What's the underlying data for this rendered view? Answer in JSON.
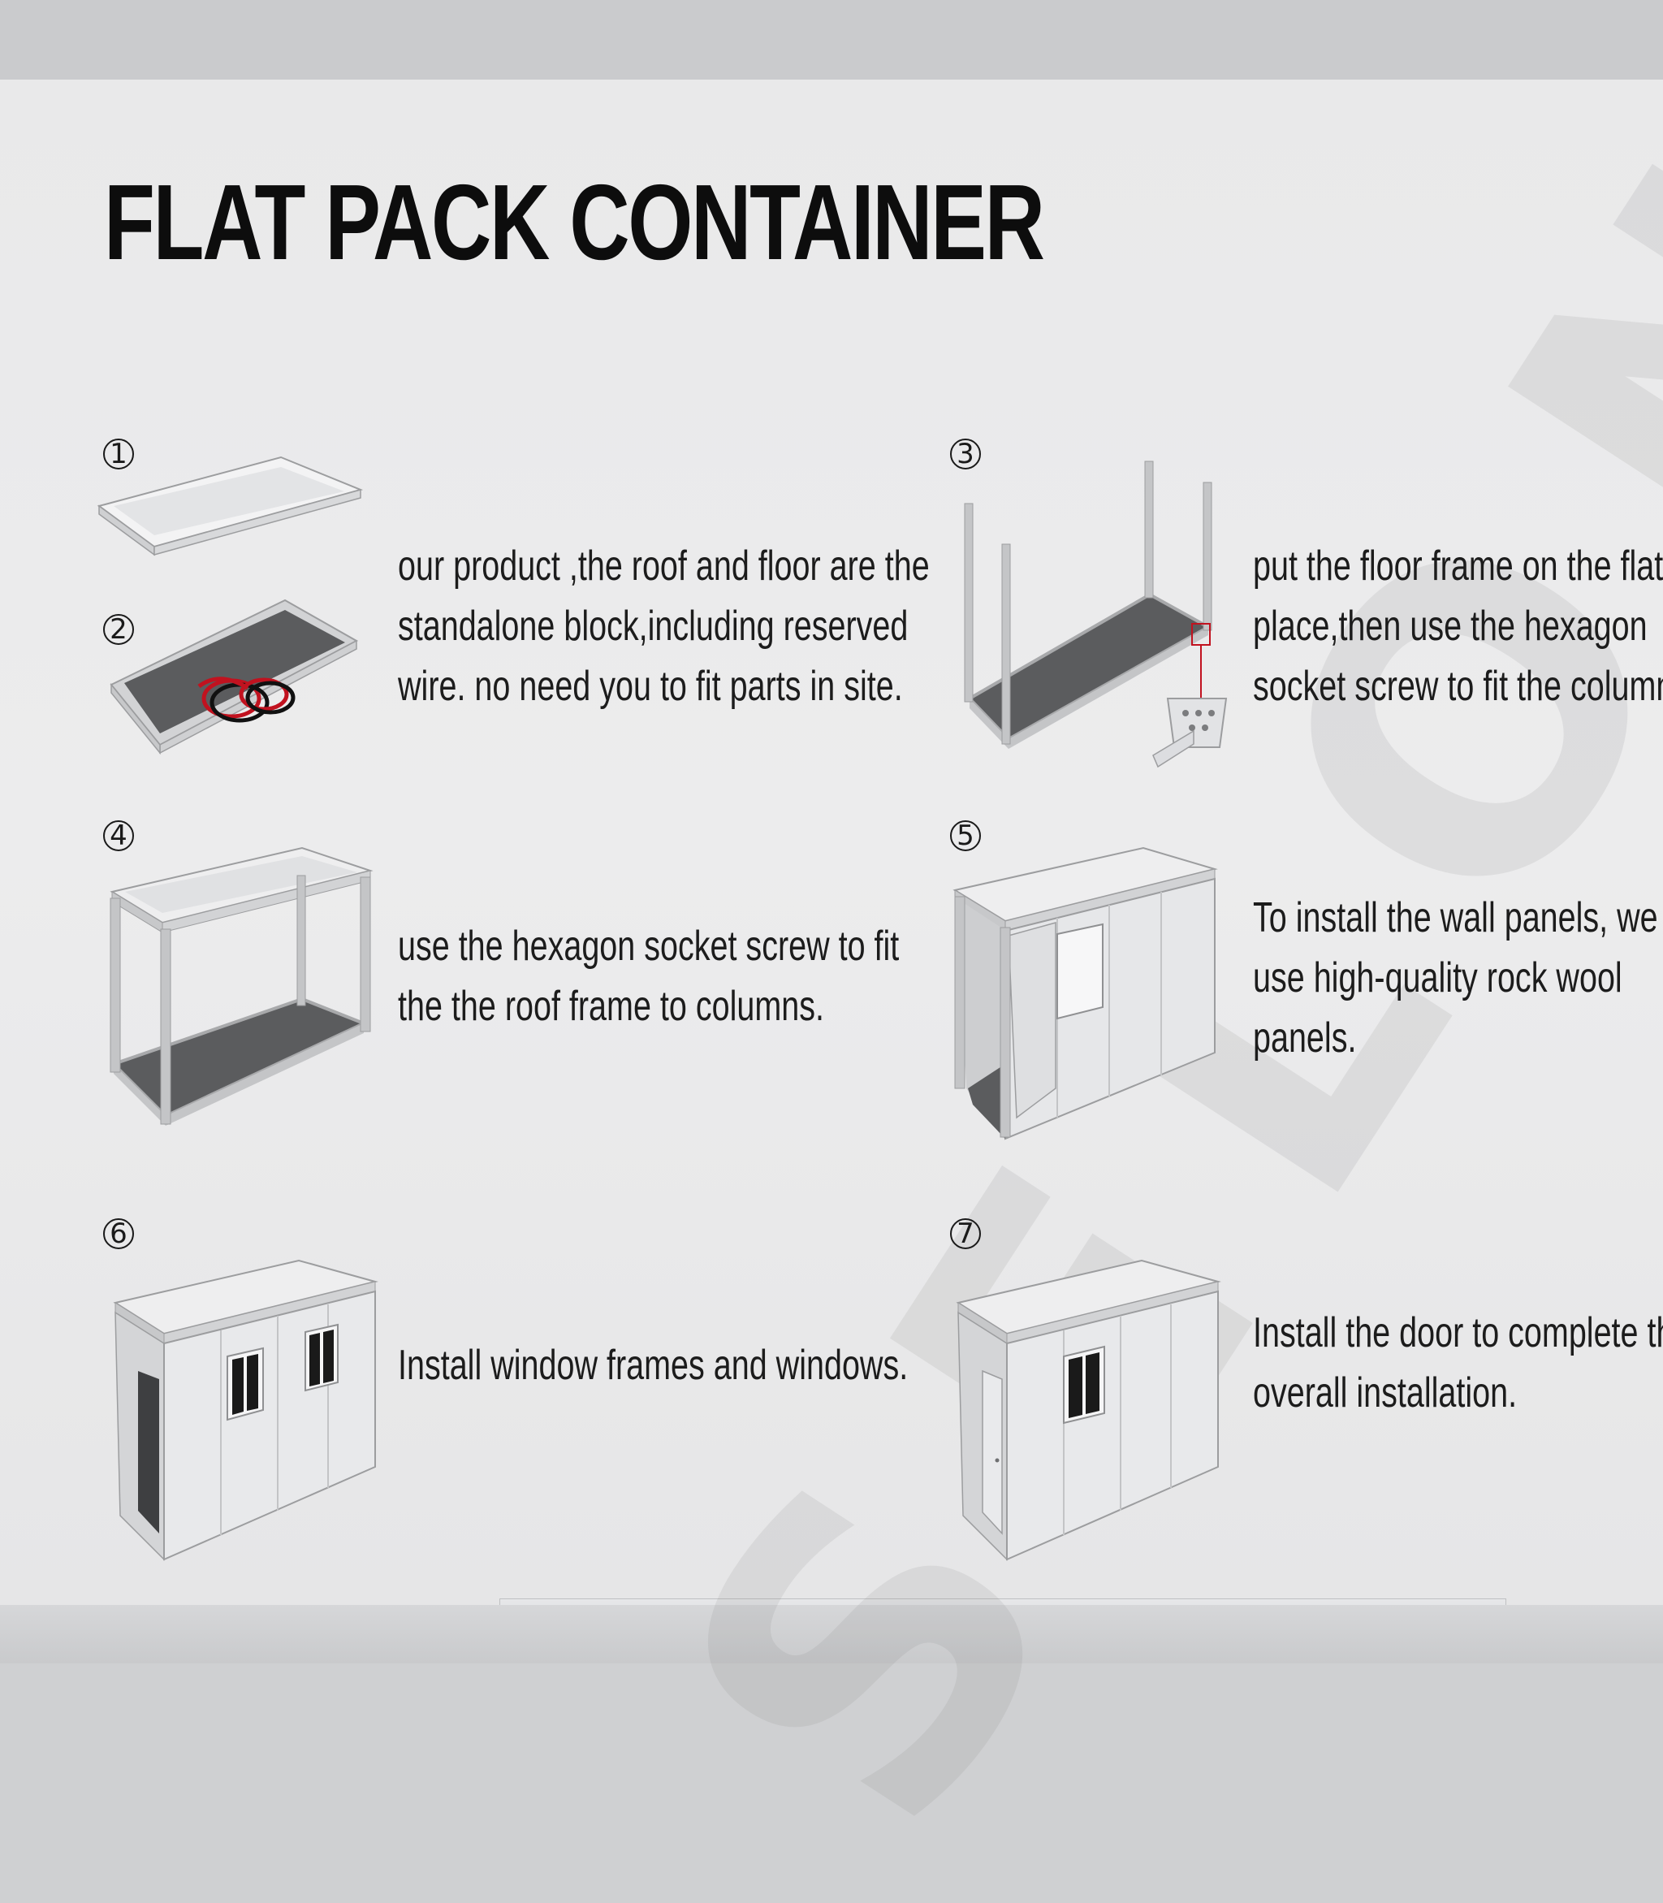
{
  "title": "FLAT PACK CONTAINER",
  "watermark": "SELON",
  "steps": [
    {
      "number": "1"
    },
    {
      "number": "2",
      "lines": [
        "our product ,the roof and floor are the",
        "standalone block,including reserved",
        "wire. no need you to fit parts in site."
      ]
    },
    {
      "number": "3",
      "lines": [
        "put the floor frame on the flat",
        "place,then use the hexagon",
        "socket screw to fit the columns."
      ]
    },
    {
      "number": "4",
      "lines": [
        "use the hexagon socket screw to fit",
        "the the roof frame to columns."
      ]
    },
    {
      "number": "5",
      "lines": [
        "To install the wall panels, we",
        "use high-quality rock wool",
        "panels."
      ]
    },
    {
      "number": "6",
      "lines": [
        "Install window frames and windows."
      ]
    },
    {
      "number": "7",
      "lines": [
        "Install the door to complete the",
        "overall installation."
      ]
    }
  ],
  "colors": {
    "panel_background": "#ebebec",
    "title_text": "#0d0d0d",
    "frame_gray": "#c4c5c7",
    "floor_dark": "#5b5c5e",
    "wire_red": "#c1121f"
  }
}
